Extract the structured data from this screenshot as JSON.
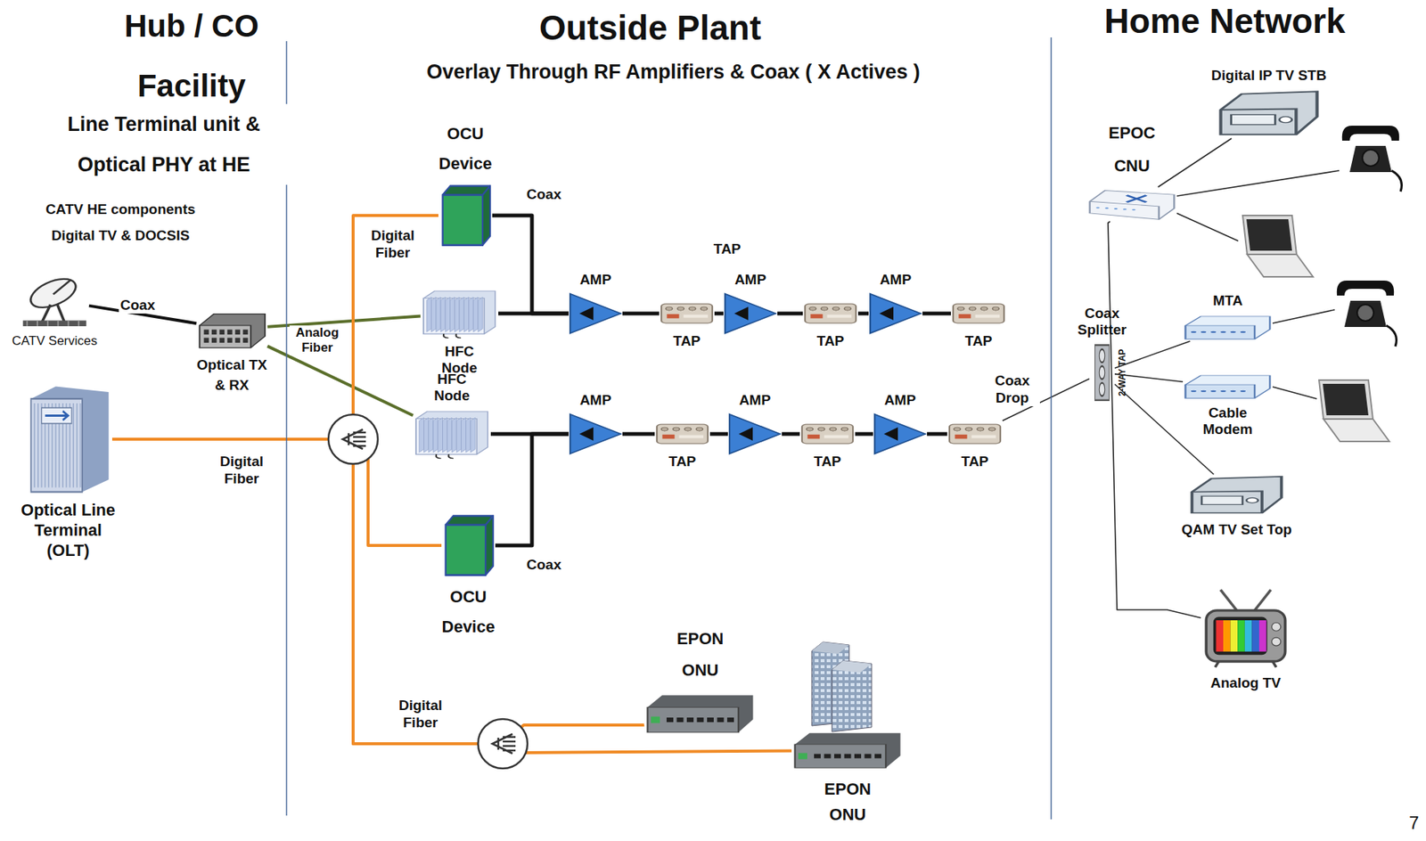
{
  "diagram": {
    "nodes": [
      {
        "text": [
          "CATV Services"
        ]
      },
      {
        "text": [
          "Optical TX & RX"
        ]
      },
      {
        "text": [
          "Optical Line Terminal (OLT)"
        ]
      },
      {
        "text": [
          "OCU Device"
        ]
      },
      {
        "text": [
          "HFC Node"
        ]
      },
      {
        "text": [
          "HFC Node"
        ]
      },
      {
        "text": [
          "OCU Device"
        ]
      },
      {
        "text": [
          "AMP"
        ]
      },
      {
        "text": [
          "TAP"
        ]
      },
      {
        "text": [
          "AMP"
        ]
      },
      {
        "text": [
          "TAP"
        ]
      },
      {
        "text": [
          "AMP"
        ]
      },
      {
        "text": [
          "TAP"
        ]
      },
      {
        "text": [
          "AMP"
        ]
      },
      {
        "text": [
          "TAP"
        ]
      },
      {
        "text": [
          "AMP"
        ]
      },
      {
        "text": [
          "TAP"
        ]
      },
      {
        "text": [
          "AMP"
        ]
      },
      {
        "text": [
          "TAP"
        ]
      },
      {
        "text": [
          "EPON ONU"
        ]
      },
      {
        "text": [
          "EPON ONU"
        ]
      },
      {
        "text": [
          "Coax Splitter",
          "2-WAY TAP"
        ]
      },
      {
        "text": [
          "EPOC CNU"
        ]
      },
      {
        "text": [
          "Digital IP TV STB"
        ]
      },
      {
        "text": [
          "MTA"
        ]
      },
      {
        "text": [
          "Cable Modem"
        ]
      },
      {
        "text": [
          "QAM TV Set Top"
        ]
      },
      {
        "text": [
          "Analog TV"
        ]
      }
    ],
    "edges": [
      {
        "from": 0,
        "to": 1,
        "arrow": "none"
      },
      {
        "from": 1,
        "to": 4,
        "arrow": "none"
      },
      {
        "from": 1,
        "to": 5,
        "arrow": "none"
      },
      {
        "from": 2,
        "to": 3,
        "arrow": "none"
      },
      {
        "from": 2,
        "to": 6,
        "arrow": "none"
      },
      {
        "from": 2,
        "to": 19,
        "arrow": "none"
      },
      {
        "from": 2,
        "to": 20,
        "arrow": "none"
      },
      {
        "from": 3,
        "to": 7,
        "arrow": "none"
      },
      {
        "from": 4,
        "to": 7,
        "arrow": "none"
      },
      {
        "from": 7,
        "to": 8,
        "arrow": "none"
      },
      {
        "from": 8,
        "to": 9,
        "arrow": "none"
      },
      {
        "from": 9,
        "to": 10,
        "arrow": "none"
      },
      {
        "from": 10,
        "to": 11,
        "arrow": "none"
      },
      {
        "from": 11,
        "to": 12,
        "arrow": "none"
      },
      {
        "from": 5,
        "to": 13,
        "arrow": "none"
      },
      {
        "from": 6,
        "to": 13,
        "arrow": "none"
      },
      {
        "from": 13,
        "to": 14,
        "arrow": "none"
      },
      {
        "from": 14,
        "to": 15,
        "arrow": "none"
      },
      {
        "from": 15,
        "to": 16,
        "arrow": "none"
      },
      {
        "from": 16,
        "to": 17,
        "arrow": "none"
      },
      {
        "from": 17,
        "to": 18,
        "arrow": "none"
      },
      {
        "from": 18,
        "to": 21,
        "arrow": "none"
      },
      {
        "from": 21,
        "to": 24,
        "arrow": "none"
      },
      {
        "from": 21,
        "to": 25,
        "arrow": "none"
      },
      {
        "from": 21,
        "to": 26,
        "arrow": "none"
      },
      {
        "from": 22,
        "to": 23,
        "arrow": "none"
      },
      {
        "from": 22,
        "to": 27,
        "arrow": "none"
      }
    ],
    "labels": [
      "Hub / CO Facility",
      "Line Terminal unit & Optical PHY at HE",
      "CATV HE components Digital TV & DOCSIS",
      "Outside Plant",
      "Overlay Through RF Amplifiers & Coax ( X Actives )",
      "Home Network",
      "Coax",
      "Analog Fiber",
      "Digital Fiber",
      "Coax",
      "TAP",
      "Digital Fiber",
      "Coax",
      "Digital Fiber",
      "Coax Drop",
      "7"
    ]
  }
}
